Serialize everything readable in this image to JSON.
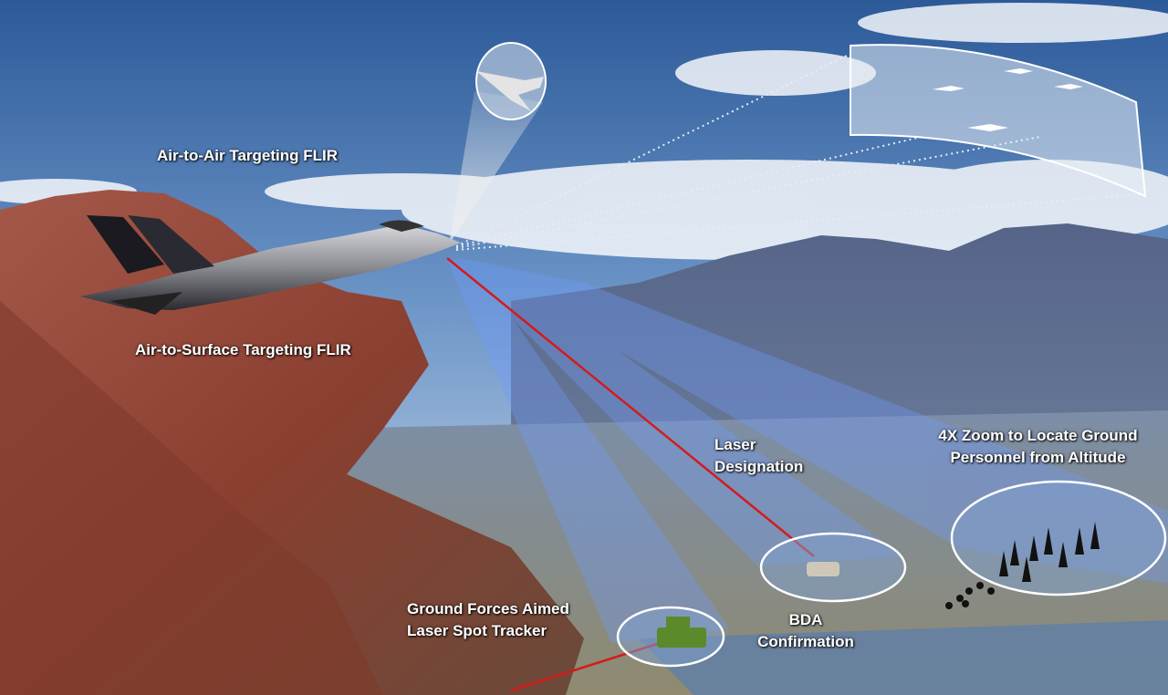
{
  "labels": {
    "air_to_air": "Air-to-Air Targeting FLIR",
    "air_to_surface": "Air-to-Surface Targeting FLIR",
    "laser_line1": "Laser",
    "laser_line2": "Designation",
    "zoom_line1": "4X Zoom to Locate Ground",
    "zoom_line2": "Personnel from Altitude",
    "ground_line1": "Ground Forces Aimed",
    "ground_line2": "Laser Spot Tracker",
    "bda_line1": "BDA",
    "bda_line2": "Confirmation"
  },
  "colors": {
    "sky_top": "#2f5d9c",
    "sky_bottom": "#c9d9ea",
    "mountain_red": "#9a4a3a",
    "mountain_blue": "#4a5a78",
    "beam": "#6f9cff",
    "laser": "#d41a1a"
  }
}
